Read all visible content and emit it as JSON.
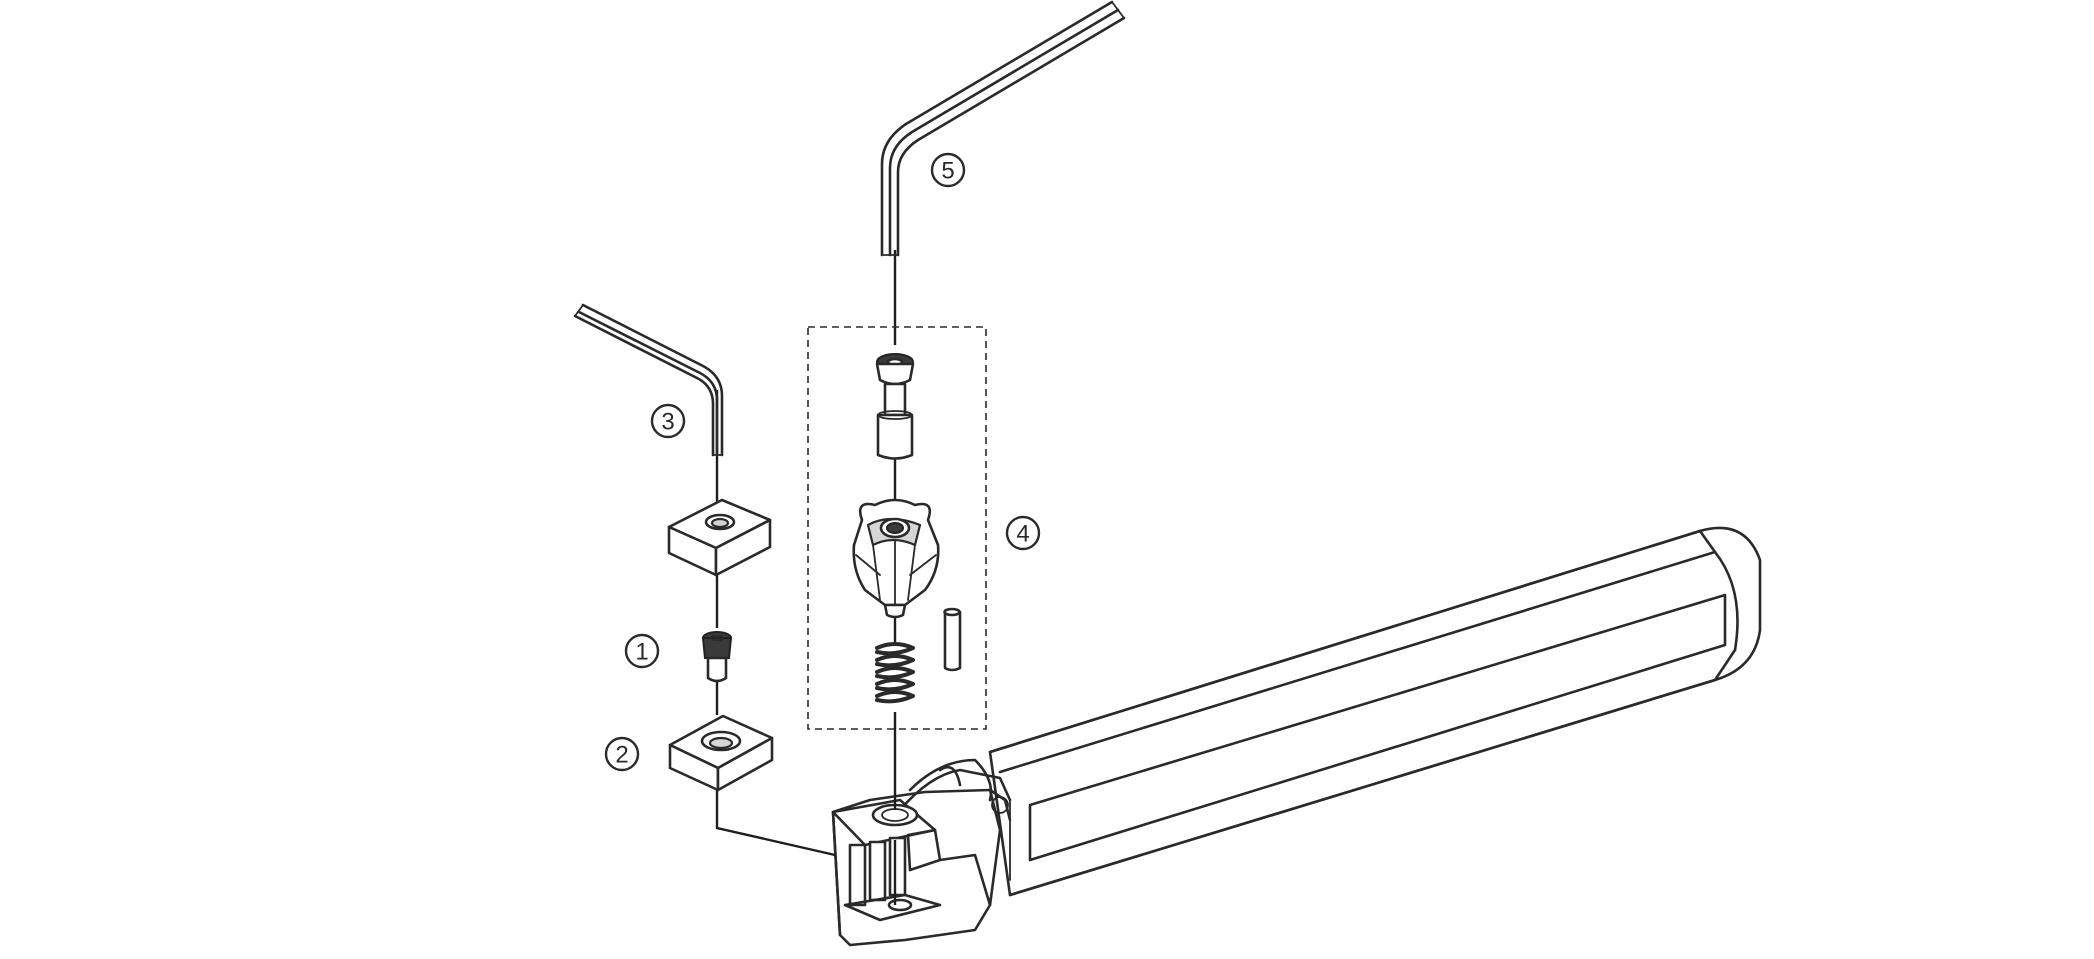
{
  "diagram": {
    "type": "exploded-assembly",
    "background": "#ffffff",
    "line_color": "#2a2a2a",
    "callouts": [
      {
        "id": "c1",
        "label": "1"
      },
      {
        "id": "c2",
        "label": "2"
      },
      {
        "id": "c3",
        "label": "3"
      },
      {
        "id": "c4",
        "label": "4"
      },
      {
        "id": "c5",
        "label": "5"
      }
    ]
  }
}
